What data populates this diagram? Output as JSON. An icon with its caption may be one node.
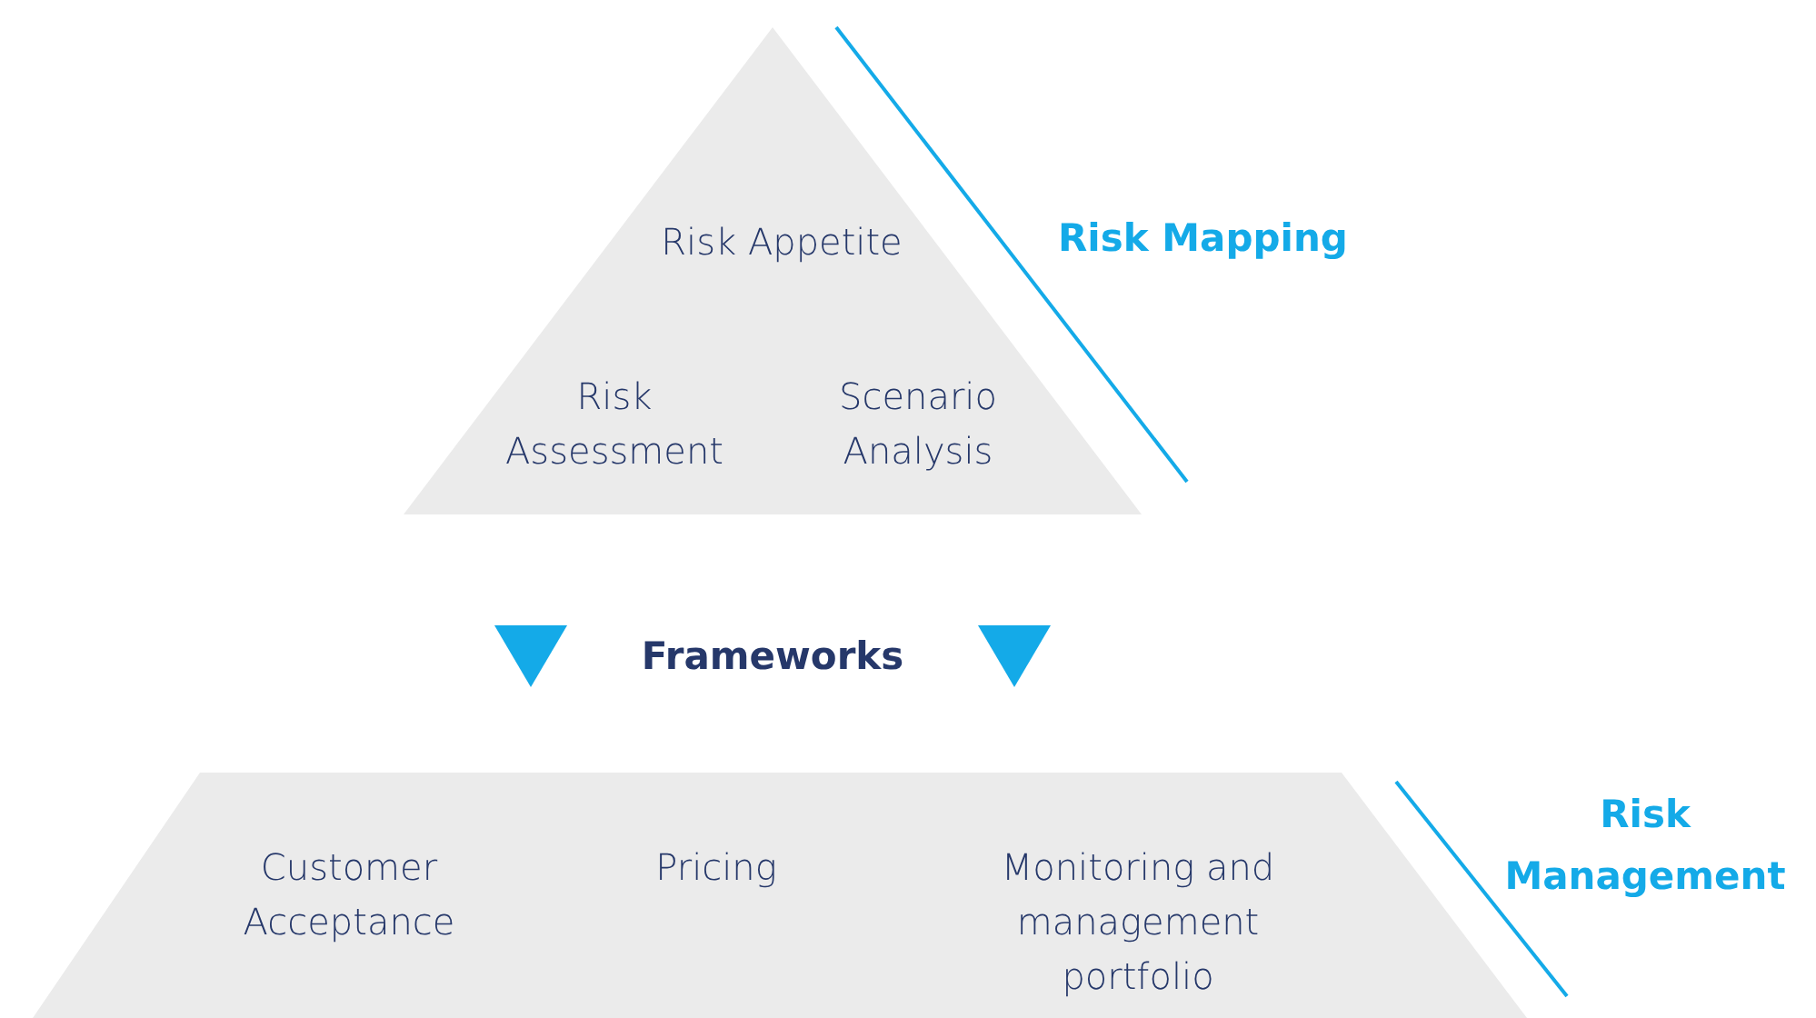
{
  "diagram": {
    "nodes": [
      {
        "text": [
          "Risk Appetite",
          "Risk Assessment",
          "Scenario Analysis"
        ]
      },
      {
        "text": [
          "Customer Acceptance",
          "Pricing",
          "Monitoring and management portfolio"
        ]
      }
    ],
    "labels": [
      "Risk Mapping",
      "Frameworks",
      "Risk Management"
    ]
  }
}
